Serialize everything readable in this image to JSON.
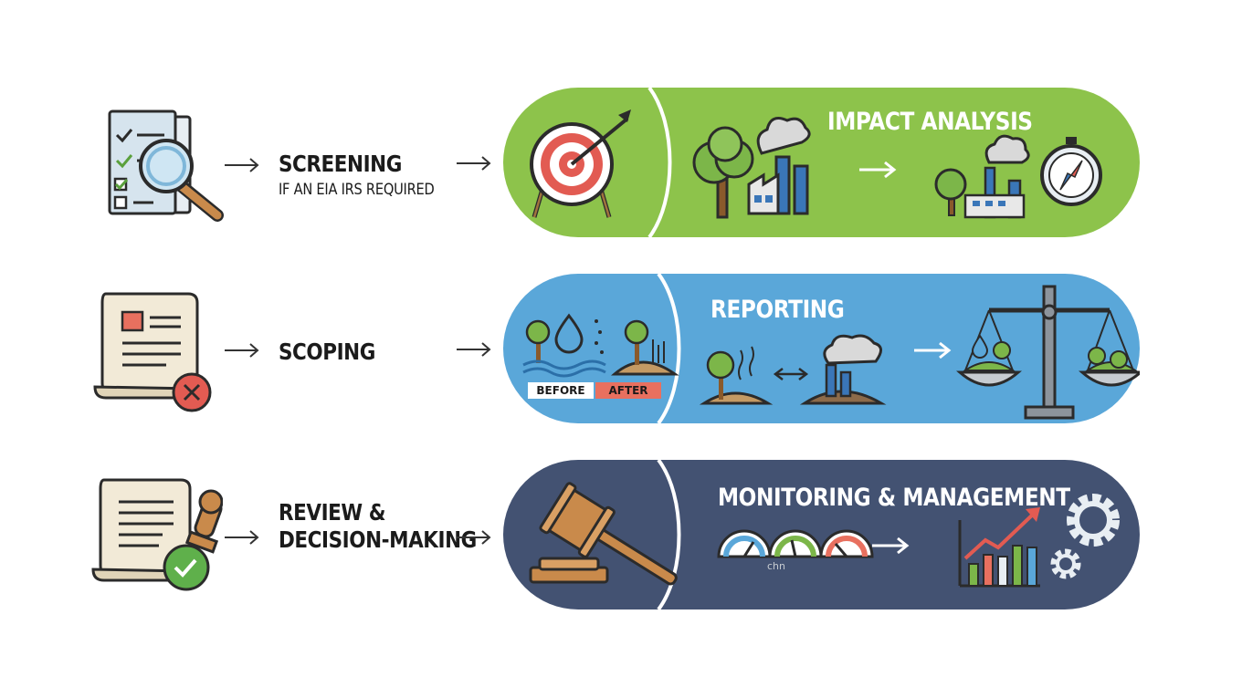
{
  "rows": [
    {
      "title": "SCREENING",
      "subtitle": "IF AN EIA IRS REQUIRED",
      "pill_title": "IMPACT ANALYSIS",
      "color": "#8dc34b",
      "left_icon": "checklist-magnifier-icon",
      "pill_left_icon": "target-icon"
    },
    {
      "title": "SCOPING",
      "pill_title": "REPORTING",
      "color": "#5aa7d9",
      "left_icon": "scroll-reject-icon",
      "before_tag": "BEFORE",
      "after_tag": "AFTER"
    },
    {
      "title_line1": "REVIEW &",
      "title_line2": "DECISION-MAKING",
      "pill_title": "MONITORING & MANAGEMENT",
      "color": "#435272",
      "left_icon": "scroll-stamp-approve-icon",
      "pill_left_icon": "gavel-icon",
      "gauge_caption": "chn"
    }
  ]
}
